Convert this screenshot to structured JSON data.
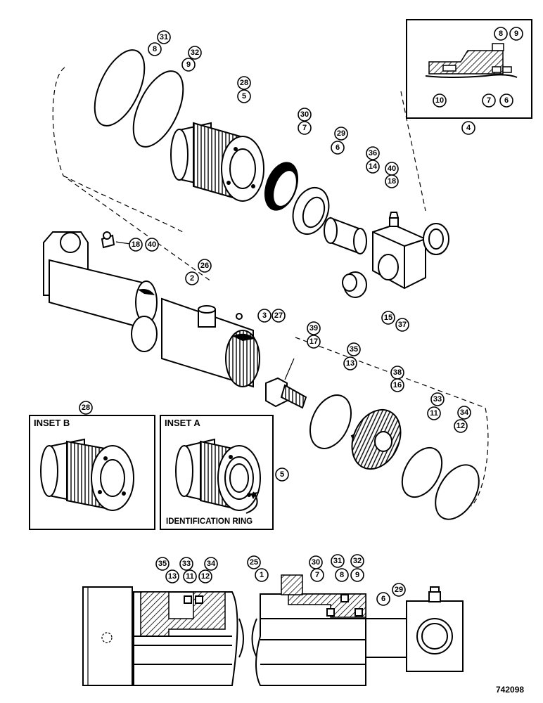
{
  "insets": {
    "inset_b": "INSET B",
    "inset_a": "INSET A",
    "identification_ring": "IDENTIFICATION RING"
  },
  "drawing_number": "742098",
  "callouts": {
    "c31": "31",
    "c8a": "8",
    "c32": "32",
    "c9a": "9",
    "c28": "28",
    "c5": "5",
    "c30": "30",
    "c7": "7",
    "c29": "29",
    "c6": "6",
    "c36": "36",
    "c14": "14",
    "c40a": "40",
    "c18a": "18",
    "c18b": "18",
    "c40b": "40",
    "c26": "26",
    "c2": "2",
    "c3": "3",
    "c27": "27",
    "c15": "15",
    "c37": "37",
    "c39": "39",
    "c17": "17",
    "c35": "35",
    "c13": "13",
    "c38": "38",
    "c16": "16",
    "c33": "33",
    "c11": "11",
    "c34": "34",
    "c12": "12",
    "d8": "8",
    "d9": "9",
    "d10": "10",
    "d7": "7",
    "d6": "6",
    "d4": "4",
    "insetb28": "28",
    "inseta5": "5",
    "b35": "35",
    "b13": "13",
    "b33": "33",
    "b11": "11",
    "b34": "34",
    "b12": "12",
    "b25": "25",
    "b1": "1",
    "b30": "30",
    "b7": "7",
    "b31": "31",
    "b8": "8",
    "b32": "32",
    "b9": "9",
    "b29": "29",
    "b6": "6"
  }
}
